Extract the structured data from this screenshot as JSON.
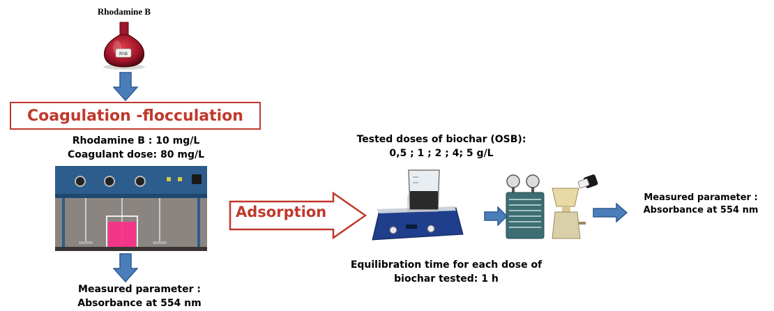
{
  "top": {
    "title": "Rhodamine B",
    "flask_label": "RhB"
  },
  "coagulation": {
    "box_label": "Coagulation -flocculation",
    "param_1": "Rhodamine B : 10 mg/L",
    "param_2": "Coagulant dose: 80 mg/L"
  },
  "left_result": {
    "line_1": "Measured parameter :",
    "line_2": "Absorbance at 554 nm"
  },
  "adsorption": {
    "label": "Adsorption",
    "doses_line_1": "Tested doses of biochar (OSB):",
    "doses_line_2": "0,5 ; 1 ; 2 ; 4; 5 g/L",
    "equil_line_1": "Equilibration time for each dose of",
    "equil_line_2": "biochar tested: 1 h"
  },
  "right_result": {
    "line_1": "Measured parameter :",
    "line_2": "Absorbance at 554 nm"
  },
  "colors": {
    "arrow_blue": "#4a7ebb",
    "accent_red": "#c0392b",
    "dye_pink": "#ff2d8a"
  },
  "icons": {
    "flask": "volumetric-flask-icon",
    "jar_test": "jar-test-apparatus-image",
    "stirrer": "magnetic-stirrer-icon",
    "filter": "filtration-unit-icon"
  }
}
